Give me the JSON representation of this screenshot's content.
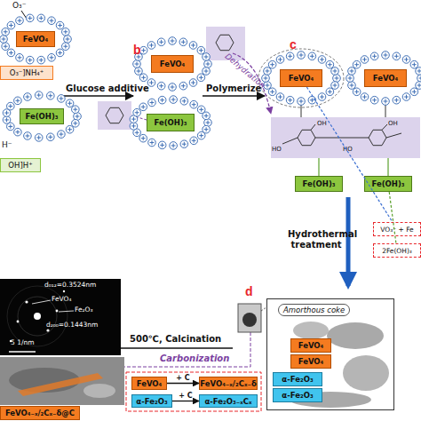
{
  "diagram": {
    "nodes": [
      {
        "text": [
          "FeVO₄"
        ]
      },
      {
        "text": [
          "O₃⁻]NH₄⁺"
        ]
      },
      {
        "text": [
          "Fe(OH)₃"
        ]
      },
      {
        "text": [
          "OH]H⁺"
        ]
      },
      {
        "text": [
          "FeVO₄"
        ]
      },
      {
        "text": [
          "Fe(OH)₃"
        ]
      },
      {
        "text": [
          "FeVO₄"
        ]
      },
      {
        "text": [
          "FeVO₄"
        ]
      },
      {
        "text": [
          "Fe(OH)₃"
        ]
      },
      {
        "text": [
          "Fe(OH)₃"
        ]
      },
      {
        "text": [
          "VO₃⁻ + Fe"
        ]
      },
      {
        "text": [
          "2Fe(OH)₃"
        ]
      },
      {
        "text": [
          "Amorthous coke"
        ]
      },
      {
        "text": [
          "FeVO₄"
        ],
        "in": 12
      },
      {
        "text": [
          "FeVO₄"
        ],
        "in": 12
      },
      {
        "text": [
          "α-Fe₂O₃"
        ],
        "in": 12
      },
      {
        "text": [
          "α-Fe₂O₃"
        ],
        "in": 12
      },
      {
        "text": [
          "FeVO₄"
        ]
      },
      {
        "text": [
          "FeVO₄₋ₓ/₂Cₓ₋δ"
        ]
      },
      {
        "text": [
          "α-Fe₂O₃"
        ]
      },
      {
        "text": [
          "α-Fe₂O₃₋ₓCₓ"
        ]
      },
      {
        "text": [
          "FeVO₄₋ₓ/₂Cₓ₋δ@C"
        ]
      }
    ],
    "edges": [
      {
        "from": 6,
        "to": 10,
        "arrow": "none"
      },
      {
        "from": 9,
        "to": 11,
        "arrow": "none"
      },
      {
        "from": 17,
        "to": 18,
        "label": "+ C",
        "arrow": "to"
      },
      {
        "from": 19,
        "to": 20,
        "label": "+ C",
        "arrow": "to"
      }
    ],
    "labels": [
      "O₃⁻",
      "b",
      "Glucose additive",
      "Polymerize",
      "Dehydration",
      "c",
      "H⁻",
      "Hydrothermal treatment",
      "d",
      "500℃, Calcination",
      "Carbonization",
      "d₀₁₂=0.3524nm",
      "FeVO₄",
      "Fe₂O₃",
      "d₂₀₀=0.1443nm",
      "5 1/nm",
      "HO",
      "OH",
      "HO",
      "OH"
    ]
  }
}
